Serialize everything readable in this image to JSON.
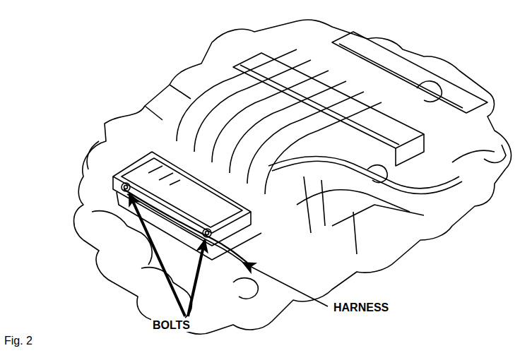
{
  "diagram": {
    "caption": "Fig. 2",
    "labels": [
      "BOLTS",
      "HARNESS"
    ]
  }
}
